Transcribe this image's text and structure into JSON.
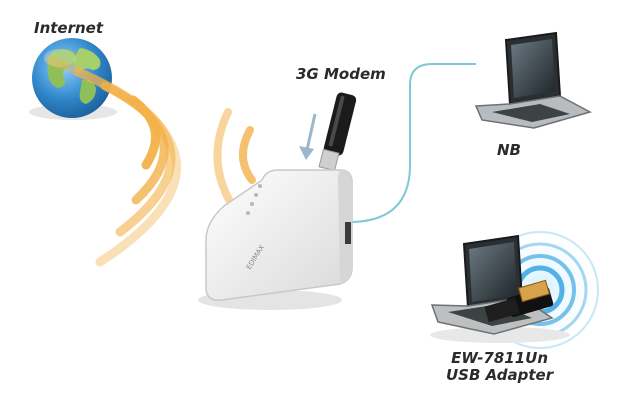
{
  "labels": {
    "internet": "Internet",
    "modem": "3G Modem",
    "nb": "NB",
    "usb_line1": "EW-7811Un",
    "usb_line2": "USB Adapter"
  },
  "device_brand": "EDIMAX",
  "colors": {
    "signal_wave": "#f3b24a",
    "usb_signal": "#4aaee6",
    "cable": "#7fc9d6",
    "arrow": "#9bb7c9",
    "router_body": "#f2f2f2",
    "globe_ocean": "#2f86c9",
    "globe_land": "#8fbf5a"
  },
  "icons": [
    "globe-icon",
    "wifi-waves-icon",
    "usb-modem-icon",
    "router-icon",
    "laptop-icon",
    "usb-adapter-icon",
    "arrow-down-icon"
  ]
}
